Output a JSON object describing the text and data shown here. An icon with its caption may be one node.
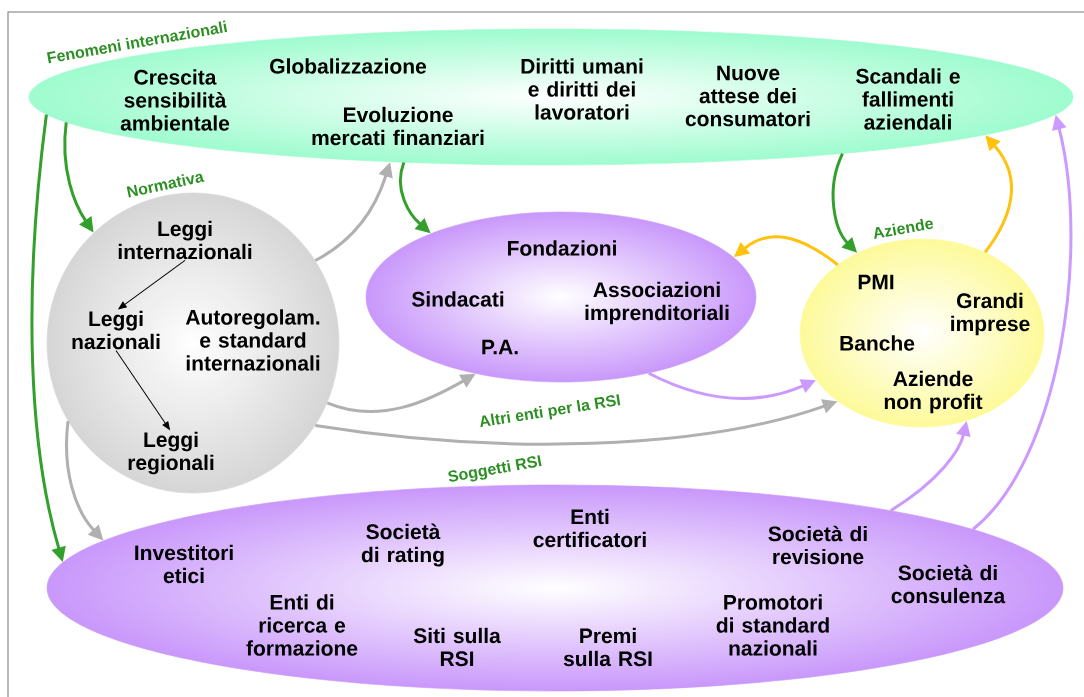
{
  "diagram": {
    "nodes": [
      {
        "text": [
          "Fenomeni internazionali",
          "Crescita sensibilità ambientale",
          "Globalizzazione",
          "Evoluzione mercati finanziari",
          "Diritti umani e diritti dei lavoratori",
          "Nuove attese dei consumatori",
          "Scandali e fallimenti aziendali"
        ]
      },
      {
        "text": [
          "Normativa",
          "Autoregolam. e standard internazionali"
        ]
      },
      {
        "text": [
          "Leggi internazionali"
        ],
        "in": 1
      },
      {
        "text": [
          "Leggi nazionali"
        ],
        "in": 1
      },
      {
        "text": [
          "Leggi regionali"
        ],
        "in": 1
      },
      {
        "text": [
          "Altri enti per la RSI",
          "Fondazioni",
          "Sindacati",
          "Associazioni imprenditoriali",
          "P.A."
        ]
      },
      {
        "text": [
          "Aziende",
          "PMI",
          "Grandi imprese",
          "Banche",
          "Aziende non profit"
        ]
      },
      {
        "text": [
          "Soggetti RSI",
          "Investitori etici",
          "Società di rating",
          "Enti certificatori",
          "Società di revisione",
          "Enti di ricerca e formazione",
          "Siti sulla RSI",
          "Premi sulla RSI",
          "Promotori di standard nazionali",
          "Società di consulenza"
        ]
      }
    ],
    "edges": [
      {
        "from": 0,
        "to": 1,
        "arrow": "to",
        "color": "#33a02c"
      },
      {
        "from": 0,
        "to": 7,
        "arrow": "to",
        "color": "#33a02c"
      },
      {
        "from": 0,
        "to": 5,
        "arrow": "to",
        "color": "#33a02c"
      },
      {
        "from": 0,
        "to": 6,
        "arrow": "to",
        "color": "#33a02c"
      },
      {
        "from": 1,
        "to": 0,
        "arrow": "to",
        "color": "#b0b0b0"
      },
      {
        "from": 1,
        "to": 5,
        "arrow": "to",
        "color": "#b0b0b0"
      },
      {
        "from": 1,
        "to": 7,
        "arrow": "to",
        "color": "#b0b0b0"
      },
      {
        "from": 1,
        "to": 6,
        "arrow": "to",
        "color": "#b0b0b0"
      },
      {
        "from": 2,
        "to": 3,
        "arrow": "to",
        "color": "#000000"
      },
      {
        "from": 3,
        "to": 4,
        "arrow": "to",
        "color": "#000000"
      },
      {
        "from": 6,
        "to": 5,
        "arrow": "to",
        "color": "#ffc20e"
      },
      {
        "from": 6,
        "to": 0,
        "arrow": "to",
        "color": "#ffc20e"
      },
      {
        "from": 5,
        "to": 6,
        "arrow": "to",
        "color": "#cc99ff"
      },
      {
        "from": 7,
        "to": 6,
        "arrow": "to",
        "color": "#cc99ff"
      },
      {
        "from": 7,
        "to": 0,
        "arrow": "to",
        "color": "#cc99ff"
      }
    ]
  }
}
